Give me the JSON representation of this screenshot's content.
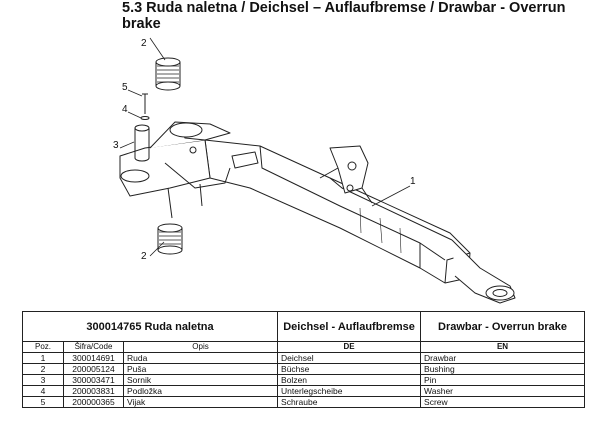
{
  "heading": "5.3 Ruda naletna / Deichsel – Auflaufbremse / Drawbar - Overrun brake",
  "callouts": [
    "2",
    "5",
    "4",
    "3",
    "1",
    "2"
  ],
  "table": {
    "code_title": "300014765 Ruda naletna",
    "de_title": "Deichsel - Auflaufbremse",
    "en_title": "Drawbar - Overrun brake",
    "subheaders": {
      "poz": "Poz.",
      "code": "Šifra/Code",
      "opis": "Opis",
      "de": "DE",
      "en": "EN"
    },
    "rows": [
      {
        "poz": "1",
        "code": "300014691",
        "opis": "Ruda",
        "de": "Deichsel",
        "en": "Drawbar"
      },
      {
        "poz": "2",
        "code": "200005124",
        "opis": "Puša",
        "de": "Büchse",
        "en": "Bushing"
      },
      {
        "poz": "3",
        "code": "300003471",
        "opis": "Sornik",
        "de": "Bolzen",
        "en": "Pin"
      },
      {
        "poz": "4",
        "code": "200003831",
        "opis": "Podložka",
        "de": "Unterlegscheibe",
        "en": "Washer"
      },
      {
        "poz": "5",
        "code": "200000365",
        "opis": "Vijak",
        "de": "Schraube",
        "en": "Screw"
      }
    ]
  }
}
